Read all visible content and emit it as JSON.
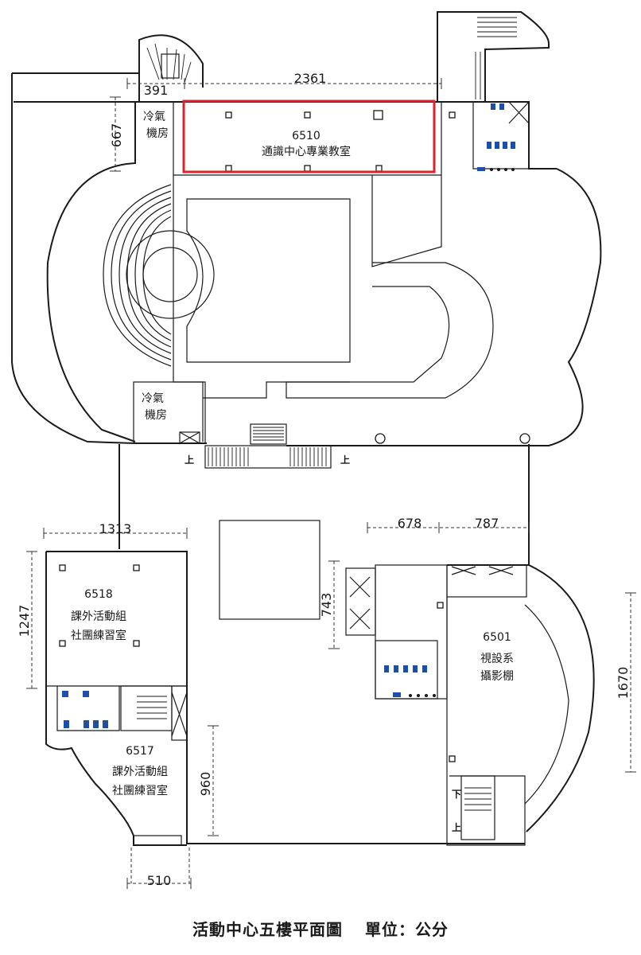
{
  "rooms": {
    "r6510": {
      "number": "6510",
      "name": "通識中心專業教室"
    },
    "ac_top": {
      "line1": "冷氣",
      "line2": "機房"
    },
    "ac_mid": {
      "line1": "冷氣",
      "line2": "機房"
    },
    "r6518": {
      "number": "6518",
      "line1": "課外活動組",
      "line2": "社團練習室"
    },
    "r6517": {
      "number": "6517",
      "line1": "課外活動組",
      "line2": "社團練習室"
    },
    "r6501": {
      "number": "6501",
      "line1": "視設系",
      "line2": "攝影棚"
    }
  },
  "dimensions": {
    "d391": "391",
    "d2361": "2361",
    "d667": "667",
    "d1313": "1313",
    "d1247": "1247",
    "d678": "678",
    "d787": "787",
    "d743": "743",
    "d1670": "1670",
    "d960": "960",
    "d510": "510"
  },
  "stair_marks": {
    "up": "上",
    "down": "下"
  },
  "footer": {
    "title": "活動中心五樓平面圖",
    "unit": "單位：公分"
  },
  "colors": {
    "highlight": "#d9232e",
    "fixture": "#1e4fa8"
  }
}
